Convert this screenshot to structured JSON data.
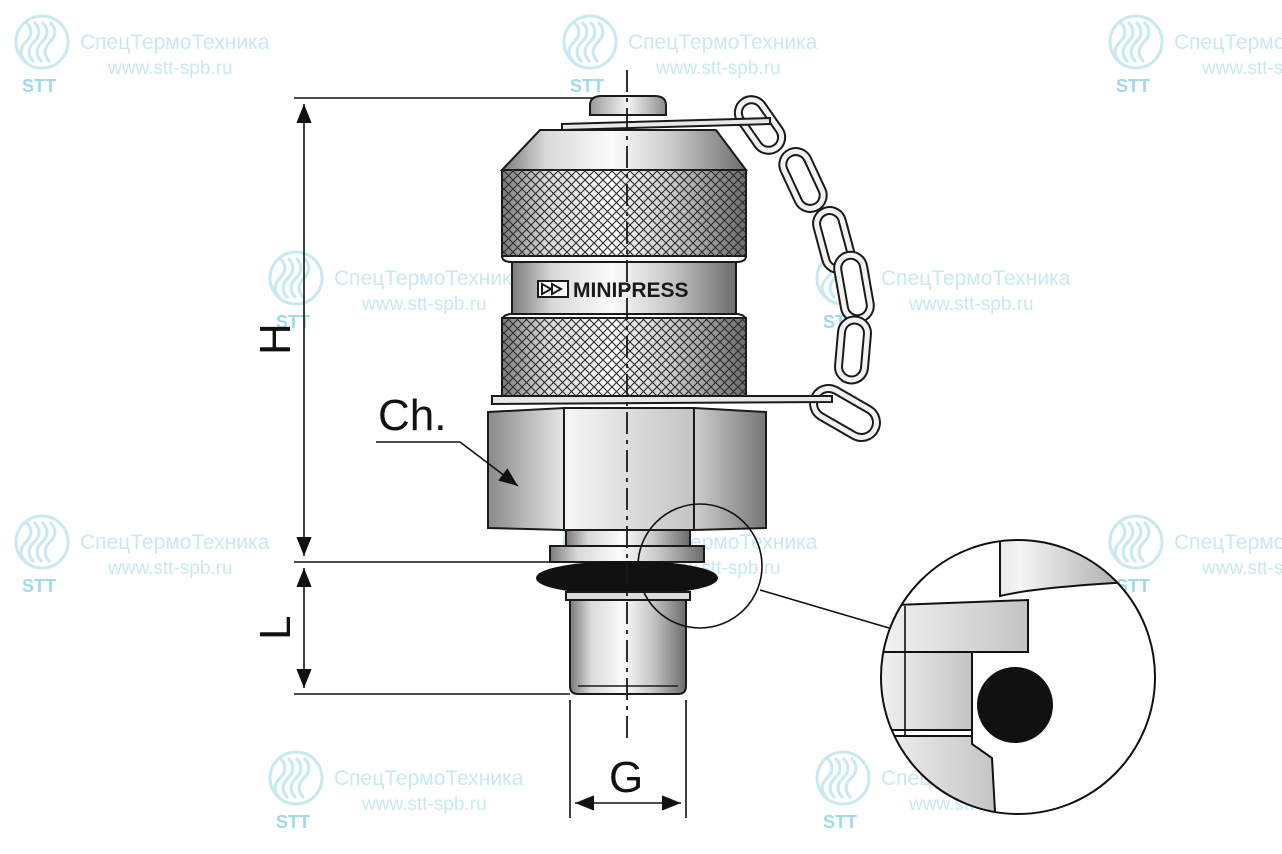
{
  "watermark": {
    "name": "СпецТермоТехника",
    "url": "www.stt-spb.ru",
    "badge": "STT",
    "color": "#c8e9f2"
  },
  "product": {
    "brand_label": "MINIPRESS"
  },
  "dimensions": {
    "height_label": "H",
    "length_label": "L",
    "thread_label": "G",
    "wrench_label": "Ch."
  },
  "colors": {
    "outline": "#1a1a1a",
    "metal_light": "#f2f2f2",
    "metal_mid": "#b9b9b9",
    "metal_dark": "#6e6e6e",
    "seal": "#111111"
  }
}
